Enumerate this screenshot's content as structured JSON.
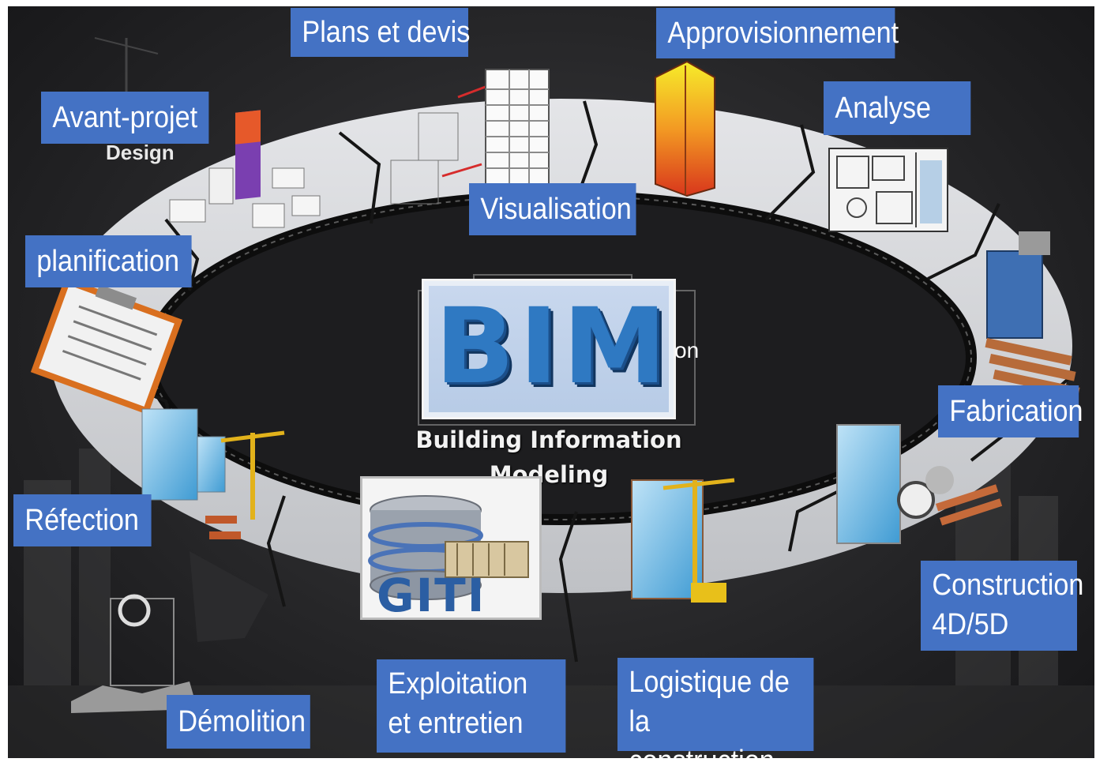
{
  "center": {
    "logo_text": "BIM",
    "subtitle": "Building Information Modeling",
    "partial_text": "on",
    "ghost_text": "Design"
  },
  "database": {
    "label": "GITI"
  },
  "stages": {
    "plans_et_devis": "Plans et devis",
    "approvisionnement": "Approvisionnement",
    "avant_projet": "Avant-projet",
    "analyse": "Analyse",
    "visualisation": "Visualisation",
    "planification": "planification",
    "fabrication": "Fabrication",
    "refection": "Réfection",
    "construction": "Construction 4D/5D",
    "demolition": "Démolition",
    "exploitation": "Exploitation et entretien",
    "logistique": "Logistique de la construction"
  },
  "colors": {
    "label_bg": "#4472c4",
    "ring": "#d6d7da",
    "background": "#262628",
    "bim_blue": "#2f79c2"
  },
  "icons": [
    "city-blocks-icon",
    "blueprint-to-tower-icon",
    "thermal-building-icon",
    "floor-plan-icon",
    "factory-machine-icon",
    "clipboard-checklist-icon",
    "tower-crane-icon",
    "stopwatch-dollar-icon",
    "demolished-building-icon",
    "database-cabinet-icon"
  ]
}
